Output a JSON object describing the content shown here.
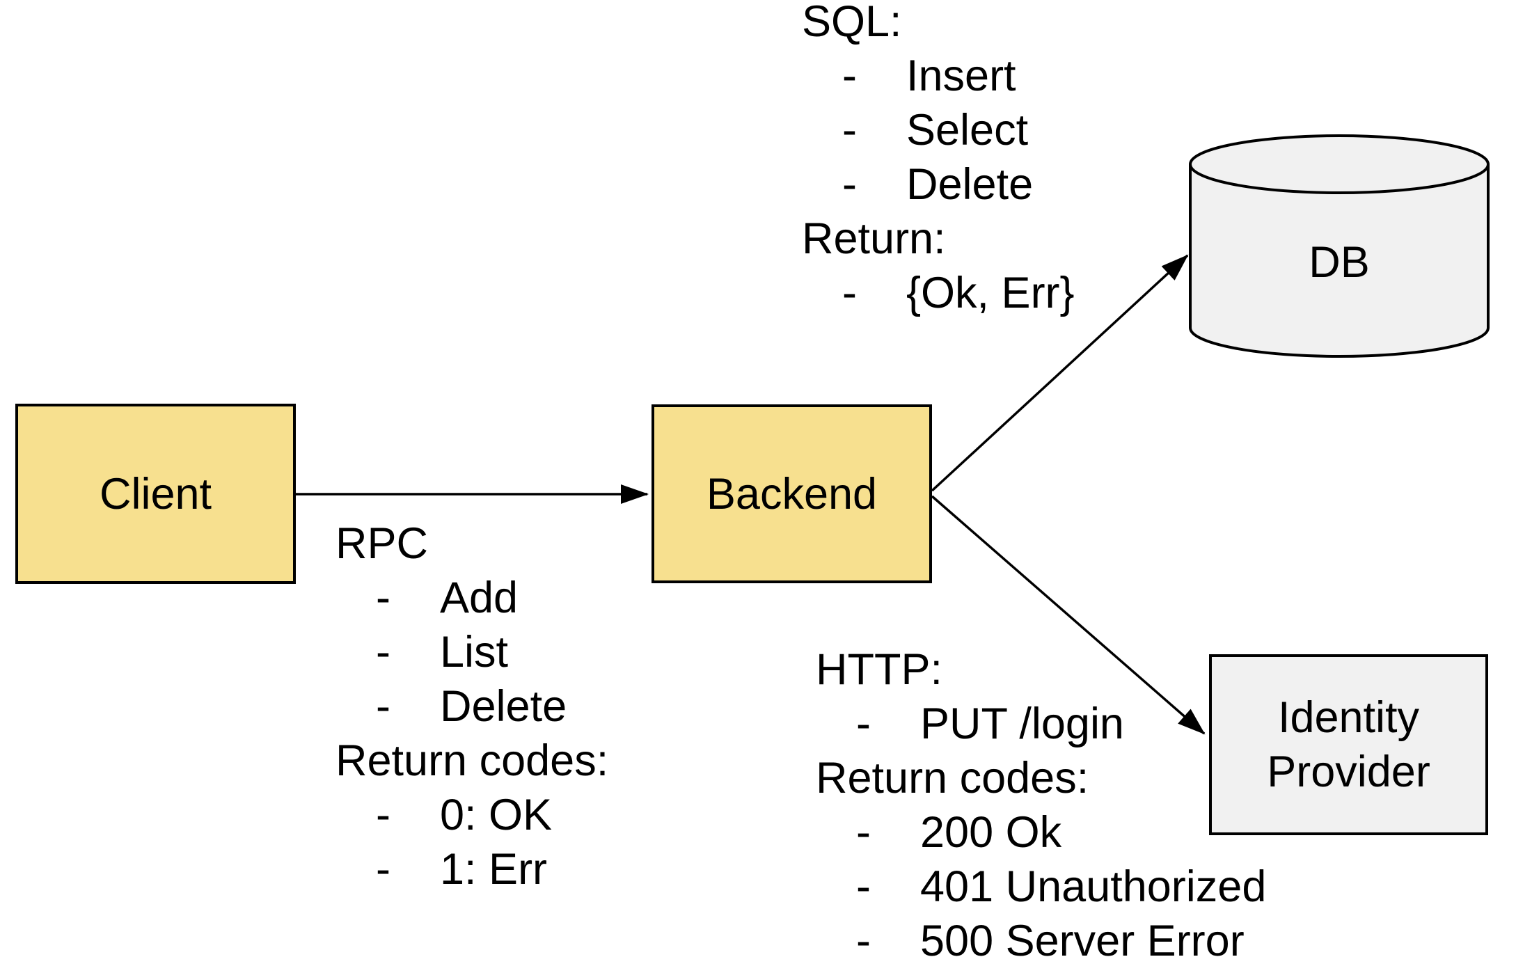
{
  "colors": {
    "background": "#ffffff",
    "node-yellow": "#f7e08f",
    "node-gray": "#f1f1f1",
    "stroke": "#000000"
  },
  "bullet_char": "-",
  "nodes": {
    "client": {
      "label": "Client"
    },
    "backend": {
      "label": "Backend"
    },
    "db": {
      "label": "DB"
    },
    "identity_provider": {
      "label": "Identity Provider"
    }
  },
  "edges": [
    {
      "from": "client",
      "to": "backend",
      "annotation": "rpc"
    },
    {
      "from": "backend",
      "to": "db",
      "annotation": "sql"
    },
    {
      "from": "backend",
      "to": "identity_provider",
      "annotation": "http"
    }
  ],
  "annotations": {
    "sql": {
      "title": "SQL:",
      "items": [
        "Insert",
        "Select",
        "Delete"
      ],
      "subtitle": "Return:",
      "sub_items": [
        "{Ok, Err}"
      ]
    },
    "rpc": {
      "title": "RPC",
      "items": [
        "Add",
        "List",
        "Delete"
      ],
      "subtitle": "Return codes:",
      "sub_items": [
        "0: OK",
        "1: Err"
      ]
    },
    "http": {
      "title": "HTTP:",
      "items": [
        "PUT /login"
      ],
      "subtitle": "Return codes:",
      "sub_items": [
        "200 Ok",
        "401 Unauthorized",
        "500 Server Error"
      ]
    }
  }
}
